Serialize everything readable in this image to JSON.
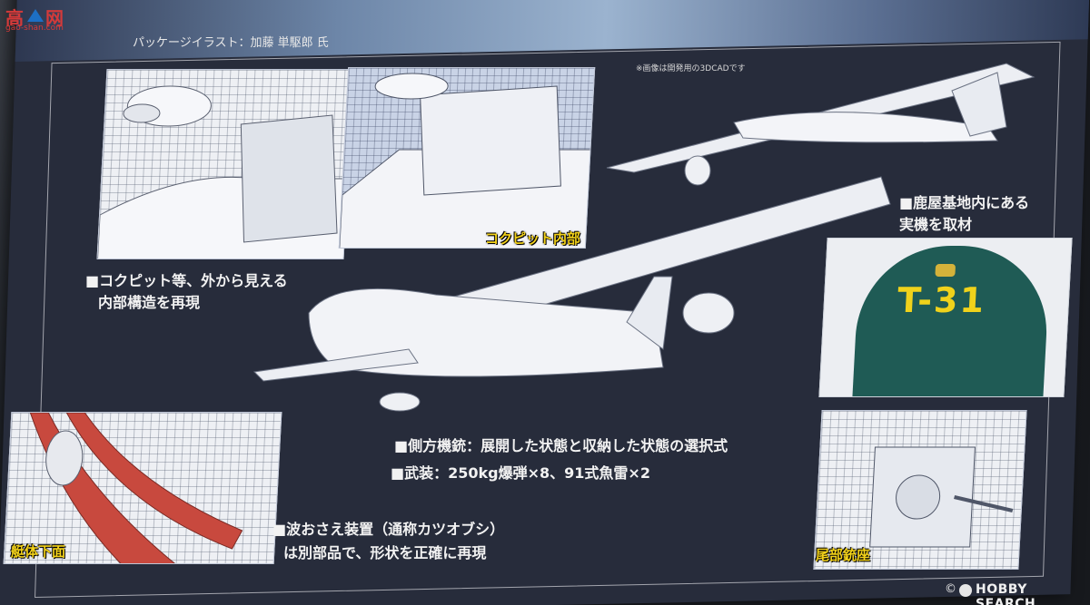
{
  "header": {
    "illustration_credit": "パッケージイラスト：加藤 単駆郎 氏",
    "cad_note": "※画像は開発用の3DCADです"
  },
  "watermark_top": {
    "chars": "高",
    "tail": "网",
    "url": "gao-shan.com"
  },
  "panels": {
    "cockpit_label": "コクピット内部",
    "hull_label": "艇体下面",
    "tail_turret_label": "尾部銃座",
    "tail_marking": "T-31"
  },
  "captions": {
    "interior_line1": "■コクピット等、外から見える",
    "interior_line2": "内部構造を再現",
    "real_plane_line1": "■鹿屋基地内にある",
    "real_plane_line2": "実機を取材",
    "side_gun": "■側方機銃：展開した状態と収納した状態の選択式",
    "armament": "■武装：250kg爆弾×8、91式魚雷×2",
    "wave_line1": "■波おさえ装置（通称カツオブシ）",
    "wave_line2": "は別部品で、形状を正確に再現"
  },
  "watermark_bottom": {
    "copyright": "©",
    "brand": "HOBBY SEARCH"
  },
  "colors": {
    "card_bg": "#272c3b",
    "label_yellow": "#f3d21a",
    "tail_green": "#1f5b55",
    "hull_red": "#c8493e",
    "cad_white": "#eef0f4"
  }
}
